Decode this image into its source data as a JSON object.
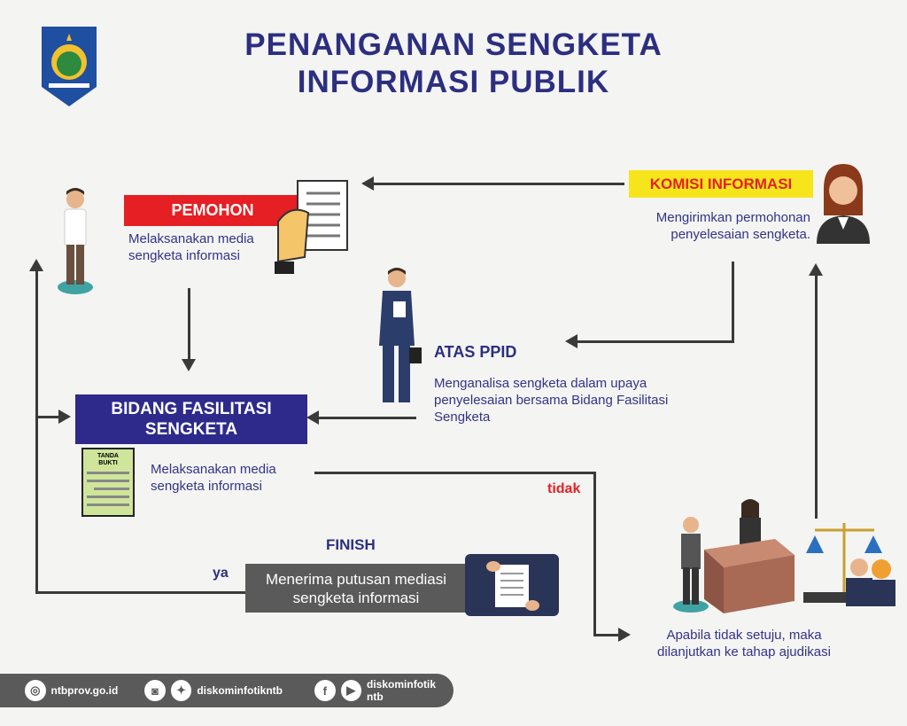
{
  "title": {
    "line1": "PENANGANAN SENGKETA",
    "line2": "INFORMASI PUBLIK"
  },
  "pemohon": {
    "label": "PEMOHON",
    "desc1": "Melaksanakan media",
    "desc2": "sengketa informasi"
  },
  "komisi": {
    "label": "KOMISI INFORMASI",
    "desc1": "Mengirimkan permohonan",
    "desc2": "penyelesaian sengketa."
  },
  "ppid": {
    "label": "ATAS PPID",
    "desc1": "Menganalisa sengketa dalam upaya",
    "desc2": "penyelesaian bersama Bidang Fasilitasi",
    "desc3": "Sengketa"
  },
  "bidang": {
    "line1": "BIDANG FASILITASI",
    "line2": "SENGKETA",
    "doc": "TANDA BUKTI",
    "desc1": "Melaksanakan media",
    "desc2": "sengketa informasi"
  },
  "finish": {
    "label": "FINISH",
    "desc1": "Menerima putusan mediasi",
    "desc2": "sengketa informasi",
    "yes": "ya"
  },
  "ajudikasi": {
    "no": "tidak",
    "desc1": "Apabila tidak setuju, maka",
    "desc2": "dilanjutkan ke tahap ajudikasi"
  },
  "footer": {
    "website": "ntbprov.go.id",
    "twitter": "diskominfotikntb",
    "facebook": "diskominfotik ntb"
  },
  "colors": {
    "navy": "#2c2f80",
    "red": "#e51f24",
    "yellow": "#f7e51c",
    "gray": "#5a5a5a"
  }
}
